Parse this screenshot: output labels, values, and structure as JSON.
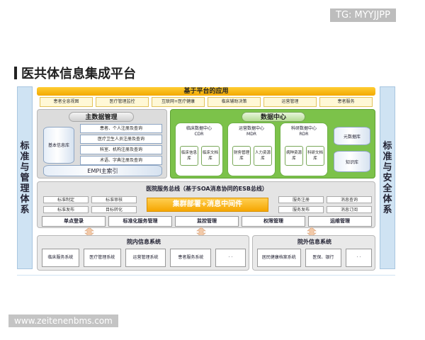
{
  "watermark_top": "TG: MYYJJPP",
  "watermark_bottom": "www.zeitenenbms.com",
  "title": "医共体信息集成平台",
  "left_sidebar": "标准与管理体系",
  "right_sidebar": "标准与安全体系",
  "apps": {
    "header": "基于平台的应用",
    "items": [
      "患者全息视图",
      "医疗管理监控",
      "互联网+医疗健康",
      "临床辅助决策",
      "运营管理",
      "患者服务"
    ]
  },
  "mdm": {
    "header": "主数据管理",
    "base_db": "基本信息库",
    "items": [
      "患者、个人注册及查询",
      "医疗卫生人员注册及查询",
      "科室、机构注册及查询",
      "术语、字典注册及查询"
    ],
    "empi": "EMPI主索引"
  },
  "data_center": {
    "header": "数据中心",
    "cards": [
      {
        "title": "临床数据中心",
        "sub": "CDR",
        "dbs": [
          "临床信息库",
          "临床文档库"
        ]
      },
      {
        "title": "运营数据中心",
        "sub": "MDR",
        "dbs": [
          "财务管理库",
          "人力资源库"
        ]
      },
      {
        "title": "科研数据中心",
        "sub": "RDR",
        "dbs": [
          "病种资源库",
          "科研文档库"
        ]
      }
    ],
    "meta_db": "元数据库",
    "knowledge_db": "知识库"
  },
  "esb": {
    "title": "医院服务总线（基于SOA消息协同的ESB总线）",
    "left_tags": [
      "标准制定",
      "标准审核",
      "标准发布",
      "目标转化"
    ],
    "right_tags": [
      "服务注册",
      "消息查询",
      "服务发布",
      "消息订阅"
    ],
    "center": "集群部署+消息中间件",
    "services": [
      "单点登录",
      "标准化服务管理",
      "监控管理",
      "权限管理",
      "运维管理"
    ]
  },
  "inner_systems": {
    "header": "院内信息系统",
    "items": [
      "临床服务系统",
      "医疗管理系统",
      "运营管理系统",
      "患者服务系统",
      "· ·"
    ]
  },
  "outer_systems": {
    "header": "院外信息系统",
    "items": [
      "居民健康档案系统",
      "医保、银行",
      "· ·"
    ]
  },
  "colors": {
    "accent_yellow": "#f3a800",
    "green": "#7cc24a",
    "sidebar_blue": "#cfe3f3",
    "orange": "#f6a600"
  }
}
